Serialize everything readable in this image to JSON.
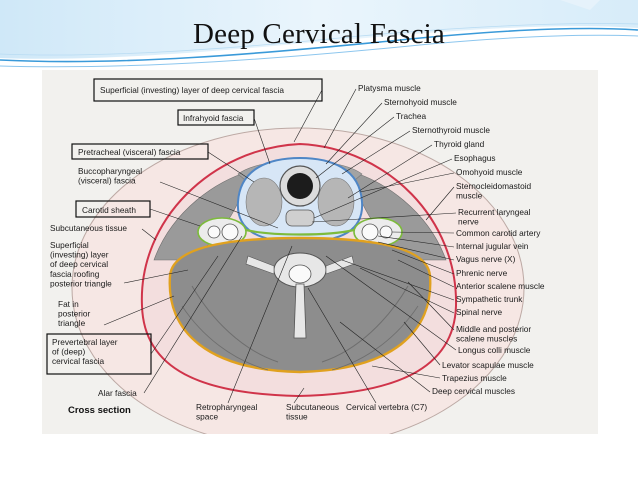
{
  "slide": {
    "title": "Deep Cervical Fascia"
  },
  "figure": {
    "caption": "Cross section",
    "left_labels": [
      {
        "id": "superficial-investing",
        "lines": [
          "Superficial (investing) layer of deep cervical fascia"
        ],
        "boxed": true
      },
      {
        "id": "infrahyoid-fascia",
        "lines": [
          "Infrahyoid fascia"
        ],
        "boxed": true
      },
      {
        "id": "pretracheal-fascia",
        "lines": [
          "Pretracheal (visceral) fascia"
        ],
        "boxed": true
      },
      {
        "id": "buccopharyngeal-fascia",
        "lines": [
          "Buccopharyngeal",
          "(visceral) fascia"
        ],
        "boxed": false
      },
      {
        "id": "carotid-sheath",
        "lines": [
          "Carotid sheath"
        ],
        "boxed": true
      },
      {
        "id": "subcutaneous-tissue-left",
        "lines": [
          "Subcutaneous tissue"
        ],
        "boxed": false
      },
      {
        "id": "superficial-roofing",
        "lines": [
          "Superficial",
          "(investing) layer",
          "of deep cervical",
          "fascia roofing",
          "posterior triangle"
        ],
        "boxed": false
      },
      {
        "id": "fat-posterior-triangle",
        "lines": [
          "Fat in",
          "posterior",
          "triangle"
        ],
        "boxed": false
      },
      {
        "id": "prevertebral-layer",
        "lines": [
          "Prevertebral layer",
          "of (deep)",
          "cervical fascia"
        ],
        "boxed": true
      },
      {
        "id": "alar-fascia",
        "lines": [
          "Alar fascia"
        ],
        "boxed": false
      }
    ],
    "right_labels": [
      {
        "id": "platysma",
        "lines": [
          "Platysma muscle"
        ]
      },
      {
        "id": "sternohyoid",
        "lines": [
          "Sternohyoid muscle"
        ]
      },
      {
        "id": "trachea",
        "lines": [
          "Trachea"
        ]
      },
      {
        "id": "sternothyroid",
        "lines": [
          "Sternothyroid muscle"
        ]
      },
      {
        "id": "thyroid-gland",
        "lines": [
          "Thyroid gland"
        ]
      },
      {
        "id": "esophagus",
        "lines": [
          "Esophagus"
        ]
      },
      {
        "id": "omohyoid",
        "lines": [
          "Omohyoid muscle"
        ]
      },
      {
        "id": "sternocleidomastoid",
        "lines": [
          "Sternocleidomastoid",
          "muscle"
        ]
      },
      {
        "id": "recurrent-laryngeal",
        "lines": [
          "Recurrent laryngeal",
          "nerve"
        ]
      },
      {
        "id": "common-carotid",
        "lines": [
          "Common carotid artery"
        ]
      },
      {
        "id": "internal-jugular",
        "lines": [
          "Internal jugular vein"
        ]
      },
      {
        "id": "vagus-nerve",
        "lines": [
          "Vagus nerve (X)"
        ]
      },
      {
        "id": "phrenic-nerve",
        "lines": [
          "Phrenic nerve"
        ]
      },
      {
        "id": "anterior-scalene",
        "lines": [
          "Anterior scalene muscle"
        ]
      },
      {
        "id": "sympathetic-trunk",
        "lines": [
          "Sympathetic trunk"
        ]
      },
      {
        "id": "spinal-nerve",
        "lines": [
          "Spinal nerve"
        ]
      },
      {
        "id": "middle-posterior-scalene",
        "lines": [
          "Middle and posterior",
          "scalene muscles"
        ]
      },
      {
        "id": "longus-colli",
        "lines": [
          "Longus colli muscle"
        ]
      },
      {
        "id": "levator-scapulae",
        "lines": [
          "Levator scapulae muscle"
        ]
      },
      {
        "id": "trapezius",
        "lines": [
          "Trapezius muscle"
        ]
      },
      {
        "id": "deep-cervical-muscles",
        "lines": [
          "Deep cervical muscles"
        ]
      }
    ],
    "bottom_labels": [
      {
        "id": "retropharyngeal-space",
        "lines": [
          "Retropharyngeal",
          "space"
        ]
      },
      {
        "id": "subcutaneous-tissue-bottom",
        "lines": [
          "Subcutaneous",
          "tissue"
        ]
      },
      {
        "id": "cervical-vertebra",
        "lines": [
          "Cervical vertebra (C7)"
        ]
      }
    ],
    "colors": {
      "investing_layer": "#d0344a",
      "pretracheal_layer": "#4f86c6",
      "prevertebral_layer": "#e0a11f",
      "carotid_sheath": "#7dbb3c",
      "muscle": "#8f8f8f",
      "header_accent": "#3a9ad9"
    }
  }
}
